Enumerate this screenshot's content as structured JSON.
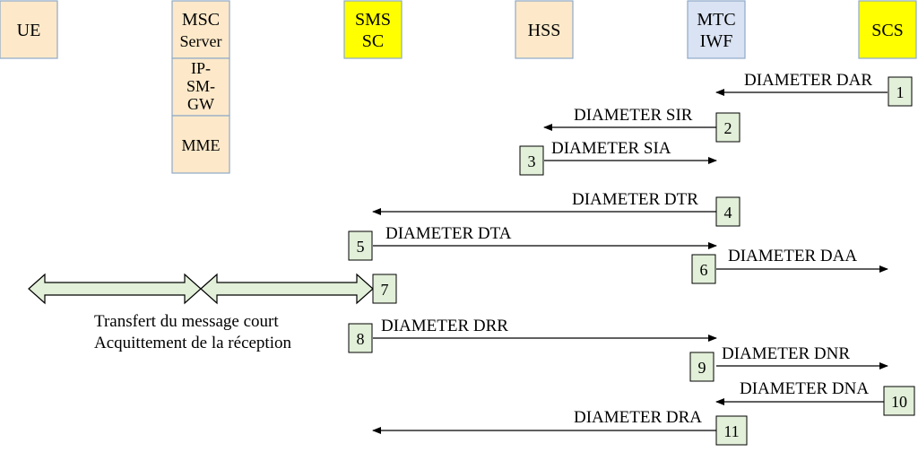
{
  "entities": {
    "ue": {
      "lines": [
        "UE"
      ]
    },
    "msc": {
      "lines": [
        "MSC",
        "Server"
      ]
    },
    "ipsmgw": {
      "lines": [
        "IP-",
        "SM-",
        "GW"
      ]
    },
    "mme": {
      "lines": [
        "MME"
      ]
    },
    "smssc": {
      "lines": [
        "SMS",
        "SC"
      ]
    },
    "hss": {
      "lines": [
        "HSS"
      ]
    },
    "mtciwf": {
      "lines": [
        "MTC",
        "IWF"
      ]
    },
    "scs": {
      "lines": [
        "SCS"
      ]
    }
  },
  "messages": [
    {
      "step": "1",
      "label": "DIAMETER DAR"
    },
    {
      "step": "2",
      "label": "DIAMETER SIR"
    },
    {
      "step": "3",
      "label": "DIAMETER SIA"
    },
    {
      "step": "4",
      "label": "DIAMETER DTR"
    },
    {
      "step": "5",
      "label": "DIAMETER DTA"
    },
    {
      "step": "6",
      "label": "DIAMETER DAA"
    },
    {
      "step": "7",
      "label": ""
    },
    {
      "step": "8",
      "label": "DIAMETER DRR"
    },
    {
      "step": "9",
      "label": "DIAMETER DNR"
    },
    {
      "step": "10",
      "label": "DIAMETER DNA"
    },
    {
      "step": "11",
      "label": "DIAMETER DRA"
    }
  ],
  "transfer": {
    "line1": "Transfert du message court",
    "line2": "Acquittement de la réception"
  },
  "colors": {
    "entity_beige": "#fde9c9",
    "entity_yellow": "#ffff00",
    "entity_blue": "#dae3f3",
    "entity_border": "#8ea9c8",
    "step_fill": "#e2efd9",
    "arrow_fill": "#e2efd9"
  }
}
